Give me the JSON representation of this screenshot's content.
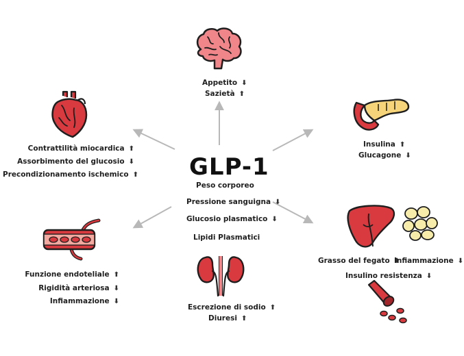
{
  "center": {
    "title": "GLP-1",
    "items": [
      {
        "label": "Peso corporeo",
        "arrow": ""
      },
      {
        "label": "Pressione sanguigna",
        "arrow": "⬇"
      },
      {
        "label": "Glucosio plasmatico",
        "arrow": "⬇"
      },
      {
        "label": "Lipidi Plasmatici",
        "arrow": ""
      }
    ]
  },
  "brain": {
    "icon": "brain-icon",
    "items": [
      {
        "label": "Appetito",
        "arrow": "⬇"
      },
      {
        "label": "Sazietà",
        "arrow": "⬆"
      }
    ]
  },
  "heart": {
    "icon": "heart-icon",
    "items": [
      {
        "label": "Contrattilità miocardica",
        "arrow": "⬆"
      },
      {
        "label": "Assorbimento del glucosio",
        "arrow": "⬇"
      },
      {
        "label": "Precondizionamento ischemico",
        "arrow": "⬆"
      }
    ]
  },
  "pancreas": {
    "icon": "pancreas-icon",
    "items": [
      {
        "label": "Insulina",
        "arrow": "⬆"
      },
      {
        "label": "Glucagone",
        "arrow": "⬇"
      }
    ]
  },
  "vessel": {
    "icon": "blood-vessel-icon",
    "items": [
      {
        "label": "Funzione endoteliale",
        "arrow": "⬆"
      },
      {
        "label": "Rigidità arteriosa",
        "arrow": "⬇"
      },
      {
        "label": "Infiammazione",
        "arrow": "⬇"
      }
    ]
  },
  "kidney": {
    "icon": "kidney-icon",
    "items": [
      {
        "label": "Escrezione di sodio",
        "arrow": "⬆"
      },
      {
        "label": "Diuresi",
        "arrow": "⬆"
      }
    ]
  },
  "liver": {
    "icons": [
      "liver-icon",
      "fat-cells-icon",
      "artery-icon"
    ],
    "items": [
      {
        "label": "Grasso del fegato",
        "arrow": "⬇"
      },
      {
        "label": "Infiammazione",
        "arrow": "⬇"
      },
      {
        "label": "Insulino resistenza",
        "arrow": "⬇"
      }
    ]
  },
  "colors": {
    "organ_red": "#d93a3f",
    "organ_dark": "#1e1e1e",
    "brain_pink": "#f0868a",
    "pancreas_yellow": "#f6d57a",
    "fat_yellow": "#f8ecaa",
    "arrow_gray": "#b8b8b8"
  }
}
